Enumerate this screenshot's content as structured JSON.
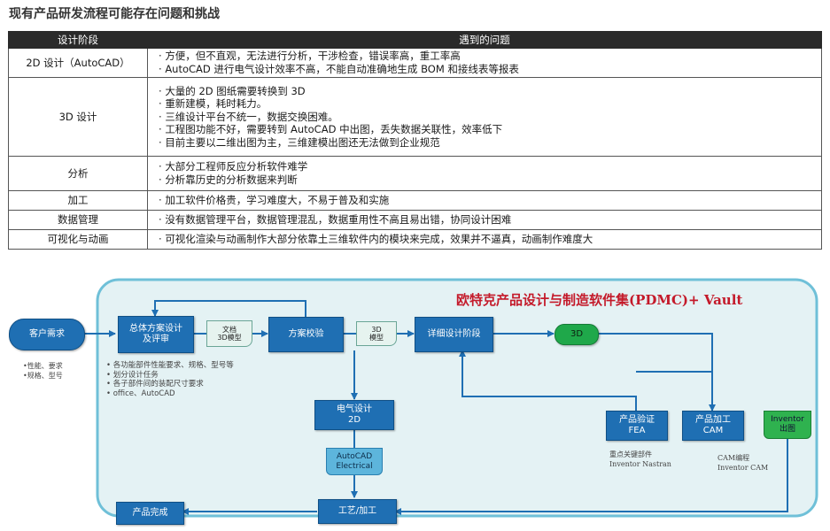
{
  "title": "现有产品研发流程可能存在问题和挑战",
  "table": {
    "headers": [
      "设计阶段",
      "遇到的问题"
    ],
    "rows": [
      {
        "stage": "2D 设计（AutoCAD）",
        "issues": [
          "方便，但不直观，无法进行分析，干涉检查，错误率高，重工率高",
          "AutoCAD 进行电气设计效率不高，不能自动准确地生成 BOM 和接线表等报表"
        ]
      },
      {
        "stage": "3D 设计",
        "issues": [
          "大量的 2D 图纸需要转换到 3D",
          "重新建模，耗时耗力。",
          "三维设计平台不统一，数据交换困难。",
          "工程图功能不好，需要转到 AutoCAD 中出图，丢失数据关联性，效率低下",
          "目前主要以二维出图为主，三维建模出图还无法做到企业规范"
        ]
      },
      {
        "stage": "分析",
        "issues": [
          "大部分工程师反应分析软件难学",
          "分析靠历史的分析数据来判断"
        ]
      },
      {
        "stage": "加工",
        "issues": [
          "加工软件价格贵，学习难度大，不易于普及和实施"
        ]
      },
      {
        "stage": "数据管理",
        "issues": [
          "没有数据管理平台，数据管理混乱，数据重用性不高且易出错，协同设计困难"
        ]
      },
      {
        "stage": "可视化与动画",
        "issues": [
          "可视化渲染与动画制作大部分依靠土三维软件内的模块来完成，效果并不逼真，动画制作难度大"
        ]
      }
    ]
  },
  "diagram": {
    "suite_title": "欧特克产品设计与制造软件集(PDMC)+ Vault",
    "customer": "客户需求",
    "customer_notes": "•性能、要求\n•规格、型号",
    "overall": "总体方案设计\n及评审",
    "overall_notes": [
      "各功能部件性能要求、规格、型号等",
      "划分设计任务",
      "各子部件间的装配尺寸要求",
      "office、AutoCAD"
    ],
    "doc1": "文档\n3D模型",
    "check": "方案校验",
    "doc2": "3D\n模型",
    "detail": "详细设计阶段",
    "tag_3d": "3D",
    "elec": "电气设计\n2D",
    "elec_doc": "AutoCAD\nElectrical",
    "fea": "产品验证\nFEA",
    "fea_note": "重点关键部件\nInventor Nastran",
    "cam": "产品加工\nCAM",
    "cam_note": "CAM编程\nInventor CAM",
    "inventor": "Inventor\n出图",
    "process": "工艺/加工",
    "finish": "产品完成"
  }
}
